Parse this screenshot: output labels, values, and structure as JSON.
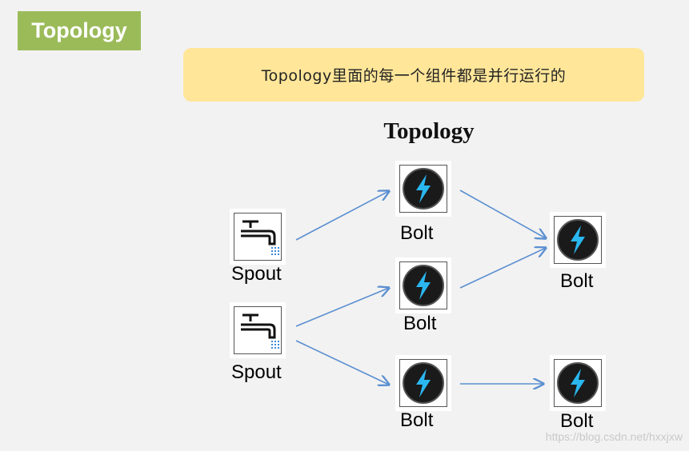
{
  "header": {
    "title": "Topology"
  },
  "callout": {
    "text": "Topology里面的每一个组件都是并行运行的"
  },
  "diagram": {
    "title": "Topology",
    "nodes": [
      {
        "id": "spout1",
        "label": "Spout",
        "icon": "faucet-icon"
      },
      {
        "id": "spout2",
        "label": "Spout",
        "icon": "faucet-icon"
      },
      {
        "id": "bolt1",
        "label": "Bolt",
        "icon": "lightning-bolt-icon"
      },
      {
        "id": "bolt2",
        "label": "Bolt",
        "icon": "lightning-bolt-icon"
      },
      {
        "id": "bolt3",
        "label": "Bolt",
        "icon": "lightning-bolt-icon"
      },
      {
        "id": "bolt4",
        "label": "Bolt",
        "icon": "lightning-bolt-icon"
      },
      {
        "id": "bolt5",
        "label": "Bolt",
        "icon": "lightning-bolt-icon"
      }
    ],
    "edges": [
      [
        "spout1",
        "bolt1"
      ],
      [
        "spout2",
        "bolt2"
      ],
      [
        "spout2",
        "bolt3"
      ],
      [
        "bolt1",
        "bolt4"
      ],
      [
        "bolt2",
        "bolt4"
      ],
      [
        "bolt3",
        "bolt5"
      ]
    ],
    "colors": {
      "edge": "#5b8fd0",
      "bolt_bg": "#1a1a1a",
      "bolt_glyph": "#2ab7f0",
      "header_bg": "#9bbb59",
      "callout_bg": "#ffe699"
    }
  },
  "watermark": "https://blog.csdn.net/hxxjxw"
}
